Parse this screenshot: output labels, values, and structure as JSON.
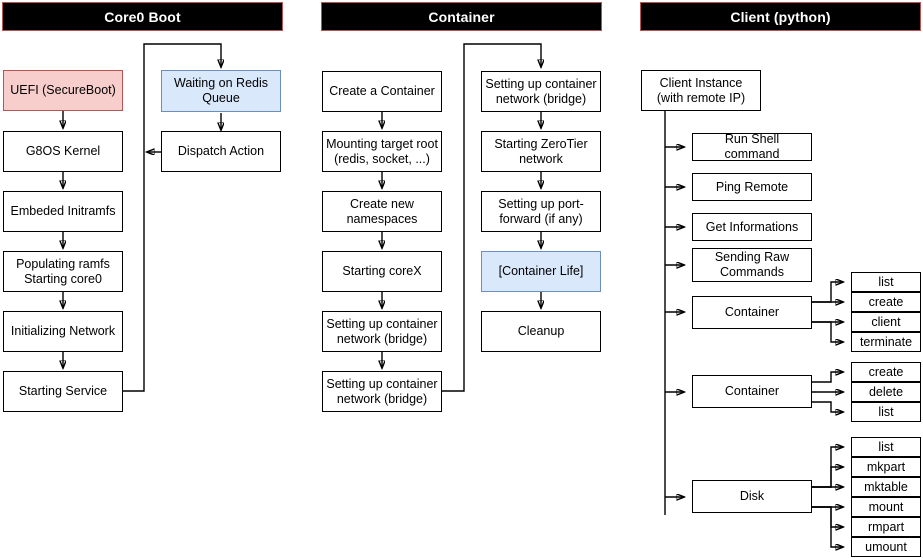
{
  "diagram": {
    "title": "G8OS Boot / Container / Client flow",
    "lanes": [
      {
        "id": "core0",
        "label": "Core0 Boot"
      },
      {
        "id": "container",
        "label": "Container"
      },
      {
        "id": "client",
        "label": "Client (python)"
      }
    ],
    "colors": {
      "header_bg": "#000000",
      "header_border": "#b85450",
      "header_text": "#ffffff",
      "node_bg": "#ffffff",
      "node_border": "#000000",
      "pink_fill": "#f8cecc",
      "pink_border": "#b85450",
      "blue_fill": "#dae8fc",
      "blue_border": "#6c8ebf",
      "edge": "#000000"
    }
  },
  "core0": {
    "left_chain": [
      {
        "id": "uefi",
        "label": "UEFI (SecureBoot)",
        "style": "pink"
      },
      {
        "id": "kernel",
        "label": "G8OS Kernel",
        "style": "plain"
      },
      {
        "id": "initramfs",
        "label": "Embeded Initramfs",
        "style": "plain"
      },
      {
        "id": "ramfs",
        "label": "Populating ramfs\nStarting core0",
        "style": "plain"
      },
      {
        "id": "network",
        "label": "Initializing Network",
        "style": "plain"
      },
      {
        "id": "service",
        "label": "Starting Service",
        "style": "plain"
      }
    ],
    "right_chain": [
      {
        "id": "redis-queue",
        "label": "Waiting on Redis\nQueue",
        "style": "blue"
      },
      {
        "id": "dispatch",
        "label": "Dispatch Action",
        "style": "plain"
      }
    ]
  },
  "container": {
    "left_chain": [
      {
        "id": "create-container",
        "label": "Create a Container",
        "style": "plain"
      },
      {
        "id": "mount-root",
        "label": "Mounting target root\n(redis, socket, ...)",
        "style": "plain"
      },
      {
        "id": "namespaces",
        "label": "Create new\nnamespaces",
        "style": "plain"
      },
      {
        "id": "corex",
        "label": "Starting coreX",
        "style": "plain"
      },
      {
        "id": "net-bridge-1",
        "label": "Setting up container\nnetwork (bridge)",
        "style": "plain"
      },
      {
        "id": "net-bridge-2",
        "label": "Setting up container\nnetwork (bridge)",
        "style": "plain"
      }
    ],
    "right_chain": [
      {
        "id": "net-bridge-3",
        "label": "Setting up container\nnetwork (bridge)",
        "style": "plain"
      },
      {
        "id": "zerotier",
        "label": "Starting ZeroTier\nnetwork",
        "style": "plain"
      },
      {
        "id": "portforward",
        "label": "Setting up port-\nforward (if any)",
        "style": "plain"
      },
      {
        "id": "container-life",
        "label": "[Container Life]",
        "style": "blue"
      },
      {
        "id": "cleanup",
        "label": "Cleanup",
        "style": "plain"
      }
    ]
  },
  "client": {
    "root": {
      "id": "client-instance",
      "label": "Client Instance\n(with remote IP)"
    },
    "actions": [
      {
        "id": "run-shell",
        "label": "Run Shell command",
        "children": []
      },
      {
        "id": "ping-remote",
        "label": "Ping Remote",
        "children": []
      },
      {
        "id": "get-informations",
        "label": "Get Informations",
        "children": []
      },
      {
        "id": "sending-raw",
        "label": "Sending Raw\nCommands",
        "children": []
      },
      {
        "id": "container-a",
        "label": "Container",
        "children": [
          "list",
          "create",
          "client",
          "terminate"
        ]
      },
      {
        "id": "container-b",
        "label": "Container",
        "children": [
          "create",
          "delete",
          "list"
        ]
      },
      {
        "id": "disk",
        "label": "Disk",
        "children": [
          "list",
          "mkpart",
          "mktable",
          "mount",
          "rmpart",
          "umount"
        ]
      }
    ]
  }
}
